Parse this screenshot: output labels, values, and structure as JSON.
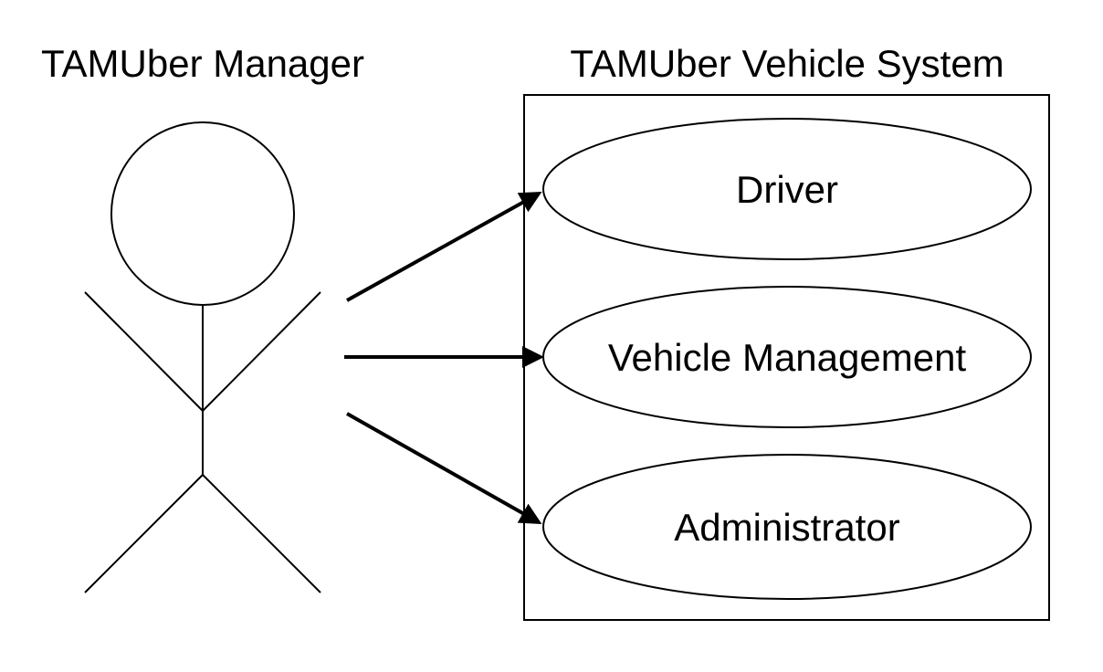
{
  "actor": {
    "label": "TAMUber Manager"
  },
  "system": {
    "label": "TAMUber Vehicle System",
    "use_cases": [
      {
        "label": "Driver"
      },
      {
        "label": "Vehicle Management"
      },
      {
        "label": "Administrator"
      }
    ]
  },
  "colors": {
    "stroke": "#000000",
    "background": "#ffffff",
    "text": "#000000"
  }
}
